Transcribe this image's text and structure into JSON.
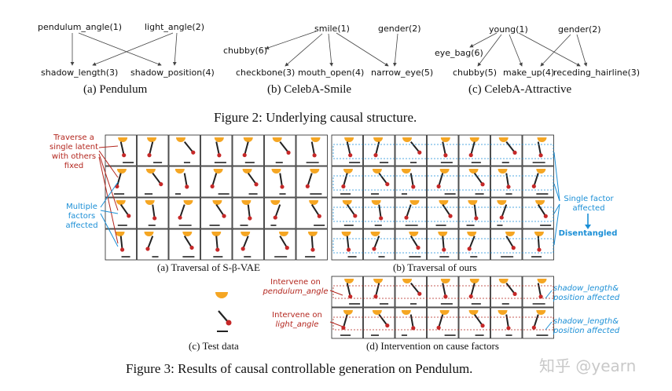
{
  "fig2": {
    "pendulum": {
      "nodes": [
        "pendulum_angle(1)",
        "light_angle(2)",
        "shadow_length(3)",
        "shadow_position(4)"
      ],
      "caption": "(a)  Pendulum"
    },
    "smile": {
      "nodes": [
        "smile(1)",
        "gender(2)",
        "chubby(6)",
        "checkbone(3)",
        "mouth_open(4)",
        "narrow_eye(5)"
      ],
      "caption": "(b)  CelebA-Smile"
    },
    "attractive": {
      "nodes": [
        "young(1)",
        "gender(2)",
        "eye_bag(6)",
        "chubby(5)",
        "make_up(4)",
        "receding_hairline(3)"
      ],
      "caption": "(c)  CelebA-Attractive"
    },
    "title": "Figure 2: Underlying causal structure."
  },
  "fig3": {
    "a_caption": "(a) Traversal of S-β-VAE",
    "b_caption": "(b) Traversal of ours",
    "c_caption": "(c) Test data",
    "d_caption": "(d) Intervention on cause factors",
    "title": "Figure 3: Results of causal controllable generation on Pendulum.",
    "ann": {
      "traverse": "Traverse a single latent with others fixed",
      "multiple": "Multiple factors affected",
      "single": "Single factor affected",
      "disentangled": "Disentangled",
      "intervene1_a": "Intervene on",
      "intervene1_b": "pendulum_angle",
      "intervene2_a": "Intervene on",
      "intervene2_b": "light_angle",
      "affected1_a": "shadow_length&",
      "affected1_b": "position affected",
      "affected2_a": "shadow_length&",
      "affected2_b": "position affected"
    }
  },
  "watermark": "知乎 @yearn",
  "colors": {
    "sun": "#f5a623",
    "bob": "#c62828",
    "red_ann": "#b3261e",
    "blue_ann": "#1b8fd6",
    "grid_bg": "#f7f7f7"
  }
}
